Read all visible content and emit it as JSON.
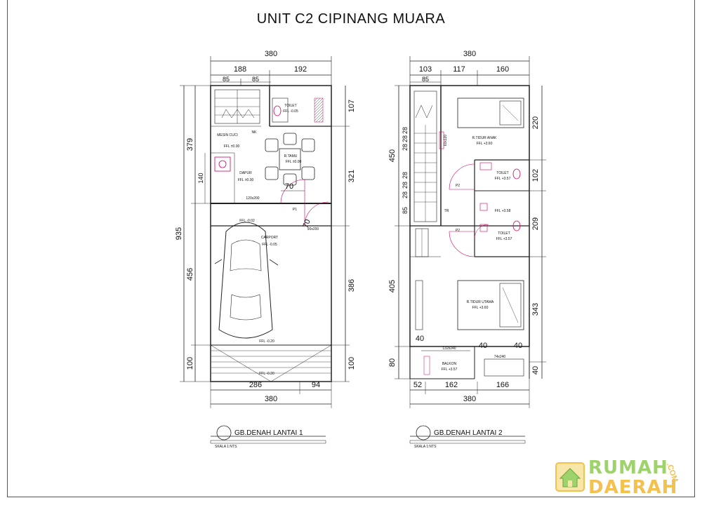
{
  "title": "UNIT C2 CIPINANG MUARA",
  "plan1": {
    "caption": "GB.DENAH LANTAI 1",
    "scale": "SKALA 1:NTS",
    "dims": {
      "top_total": "380",
      "top_left": "188",
      "top_right": "192",
      "top_sub_a": "85",
      "top_sub_b": "85",
      "left_total": "935",
      "left_upper": "379",
      "left_lower": "456",
      "left_bottom": "100",
      "left_small": "140",
      "right_a": "107",
      "right_b": "321",
      "right_c": "386",
      "right_d": "100",
      "bottom_a": "286",
      "bottom_b": "94",
      "bottom_total": "380",
      "door_w": "70",
      "door_h": "70"
    },
    "rooms": {
      "toilet": "TOILET",
      "toilet_ffl": "FFL -0.05",
      "mesin_cuci": "MESIN CUCI",
      "mesin_ffl": "FFL ±0.00",
      "r_tamu": "R.TAMU",
      "r_tamu_ffl": "FFL ±0.00",
      "dapur": "DAPUR",
      "dapur_ffl": "FFL ±0.00",
      "nk": "NK",
      "carport": "CARPORT",
      "carport_ffl": "FFL -0.05",
      "ffl_a": "FFL -0.02",
      "ffl_b": "FFL -0.20",
      "ffl_c": "FFL -0.20",
      "p1": "P1",
      "opening_a": "120x200",
      "opening_b": "90x200"
    }
  },
  "plan2": {
    "caption": "GB.DENAH LANTAI 2",
    "scale": "SKALA 1:NTS",
    "dims": {
      "top_total": "380",
      "top_a": "103",
      "top_b": "117",
      "top_c": "160",
      "top_sub": "85",
      "left_upper": "450",
      "left_lower": "405",
      "left_bottom": "80",
      "stair_a": "28",
      "stair_b": "28",
      "stair_c": "28",
      "stair_d": "28",
      "stair_e": "28",
      "stair_f": "28",
      "stair_g": "85",
      "right_a": "220",
      "right_b": "102",
      "right_c": "209",
      "right_d": "343",
      "right_e": "40",
      "bottom_a": "52",
      "bottom_b": "162",
      "bottom_c": "166",
      "bottom_total": "380",
      "balcony_a": "40",
      "balcony_b": "40",
      "balcony_c": "40"
    },
    "rooms": {
      "r_tidur_anak": "R.TIDUR ANAK",
      "anak_ffl": "FFL +3.60",
      "toilet_a": "TOILET",
      "toilet_a_ffl": "FFL +3.57",
      "toilet_b": "TOILET",
      "toilet_b_ffl": "FFL +3.57",
      "mid_ffl": "FFL +3.58",
      "r_tidur_utama": "R.TIDUR UTAMA",
      "utama_ffl": "FFL +3.60",
      "balkon": "BALKON",
      "balkon_ffl": "FFL +3.57",
      "p2a": "P2",
      "p2b": "P2",
      "tr": "TR",
      "opening_a": "60x120",
      "opening_b": "132x240",
      "opening_c": "74x240"
    }
  },
  "logo": {
    "line1": "RUMAH",
    "line2": "DAERAH",
    "suffix": ".COM",
    "color_green": "#9dd36a",
    "color_yellow": "#f4c04e"
  }
}
